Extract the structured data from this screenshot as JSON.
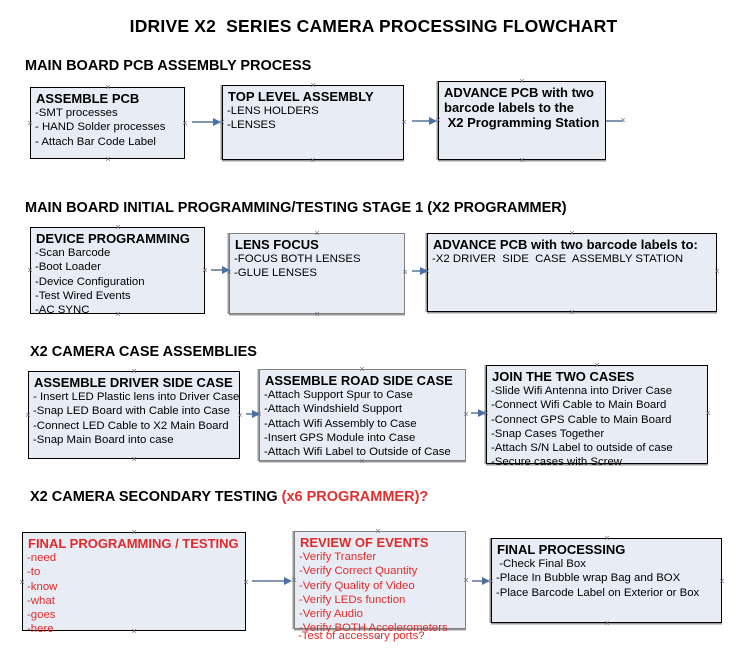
{
  "title": "IDRIVE X2  SERIES CAMERA PROCESSING FLOWCHART",
  "sections": [
    {
      "heading": "MAIN BOARD PCB ASSEMBLY PROCESS",
      "heading_note": "",
      "nodes": [
        {
          "title": "ASSEMBLE PCB",
          "lines": [
            "-SMT processes",
            "- HAND Solder processes",
            "- Attach Bar Code Label"
          ]
        },
        {
          "title": "TOP LEVEL ASSEMBLY",
          "lines": [
            "-LENS HOLDERS",
            "-LENSES"
          ]
        },
        {
          "title": "ADVANCE PCB with two",
          "lines": [
            "barcode labels to the",
            " X2 Programming Station"
          ]
        }
      ]
    },
    {
      "heading": "MAIN BOARD INITIAL PROGRAMMING/TESTING STAGE 1 (X2 PROGRAMMER)",
      "heading_note": "",
      "nodes": [
        {
          "title": "DEVICE PROGRAMMING",
          "lines": [
            "-Scan Barcode",
            "-Boot Loader",
            "-Device Configuration",
            "-Test Wired Events",
            "-AC SYNC"
          ]
        },
        {
          "title": "LENS FOCUS",
          "lines": [
            "-FOCUS BOTH LENSES",
            "-GLUE LENSES"
          ]
        },
        {
          "title": "ADVANCE PCB with two barcode labels to:",
          "lines": [
            "-X2 DRIVER  SIDE  CASE  ASSEMBLY STATION"
          ]
        }
      ]
    },
    {
      "heading": "X2 CAMERA CASE ASSEMBLIES",
      "heading_note": "",
      "nodes": [
        {
          "title": "ASSEMBLE DRIVER SIDE CASE",
          "lines": [
            "- Insert LED Plastic lens into Driver Case",
            "-Snap LED Board with Cable into Case",
            "-Connect LED Cable to X2 Main Board",
            "-Snap Main Board into case"
          ]
        },
        {
          "title": "ASSEMBLE ROAD SIDE CASE",
          "lines": [
            "-Attach Support Spur to Case",
            "-Attach Windshield Support",
            "-Attach Wifi Assembly to Case",
            "-Insert GPS Module into Case",
            "-Attach Wifi Label to Outside of Case"
          ]
        },
        {
          "title": "JOIN THE TWO CASES",
          "lines": [
            "-Slide Wifi Antenna into Driver Case",
            "-Connect Wifi Cable to Main Board",
            "-Connect GPS Cable to Main Board",
            "-Snap Cases Together",
            "-Attach S/N Label to outside of case",
            "-Secure cases with Screw"
          ]
        }
      ]
    },
    {
      "heading": "X2 CAMERA SECONDARY TESTING ",
      "heading_note": "(x6 PROGRAMMER)?",
      "nodes": [
        {
          "title": "FINAL PROGRAMMING / TESTING",
          "lines": [
            "-need",
            "-to",
            "-know",
            "-what",
            "-goes",
            "-here"
          ]
        },
        {
          "title": "REVIEW OF EVENTS",
          "lines": [
            "-Verify Transfer",
            "-Verify Correct Quantity",
            "-Verify Quality of Video",
            "-Verify LEDs function",
            "-Verify Audio",
            "-Verify BOTH Accelerometers"
          ],
          "overflow_line": "-Test of accessory ports?"
        },
        {
          "title": "FINAL PROCESSING",
          "lines": [
            " -Check Final Box",
            "-Place In Bubble wrap Bag and BOX",
            "-Place Barcode Label on Exterior or Box"
          ]
        }
      ]
    }
  ],
  "colors": {
    "box_fill": "#e8edf5",
    "box_border": "#000000",
    "box_border_gray": "#808080",
    "red_text": "#e02b2b",
    "arrow": "#4a6fa5",
    "handle": "#6b6b78"
  }
}
